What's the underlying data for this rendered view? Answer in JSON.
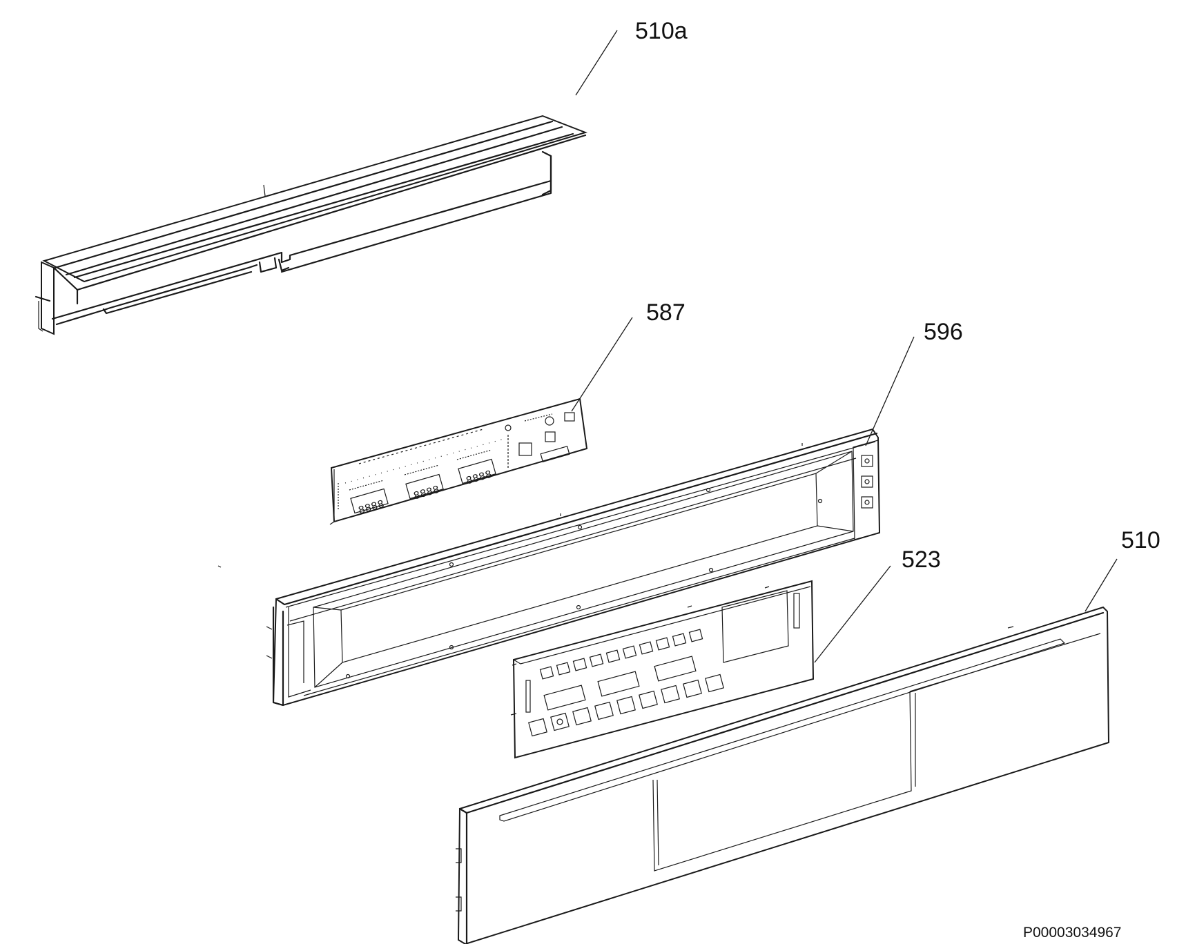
{
  "labels": {
    "part_510a": "510a",
    "part_587": "587",
    "part_596": "596",
    "part_523": "523",
    "part_510": "510"
  },
  "drawing_code": "P00003034967",
  "colors": {
    "ink": "#1a1a1a",
    "background": "#ffffff"
  }
}
